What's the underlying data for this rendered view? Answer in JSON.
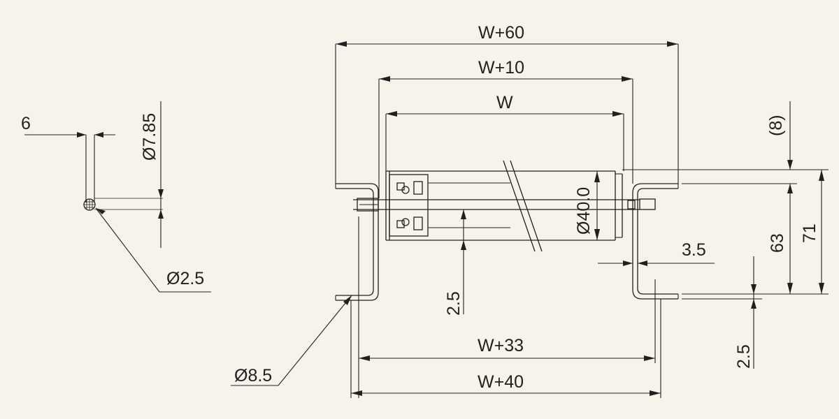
{
  "background": "#f7f3ea",
  "line_color": "#231f20",
  "labels": {
    "shaft_pitch": "6",
    "shaft_dia_outer": "Ø7.85",
    "shaft_dia_inner": "Ø2.5",
    "overall_w60": "W+60",
    "overall_w10": "W+10",
    "roller_w": "W",
    "roller_dia": "Ø40.0",
    "flange_offset": "2.5",
    "bracket_thickness": "3.5",
    "hole_dia": "Ø8.5",
    "bracket_w33": "W+33",
    "bracket_w40": "W+40",
    "top_gap": "(8)",
    "height_63": "63",
    "height_71": "71",
    "bottom_thickness": "2.5"
  }
}
